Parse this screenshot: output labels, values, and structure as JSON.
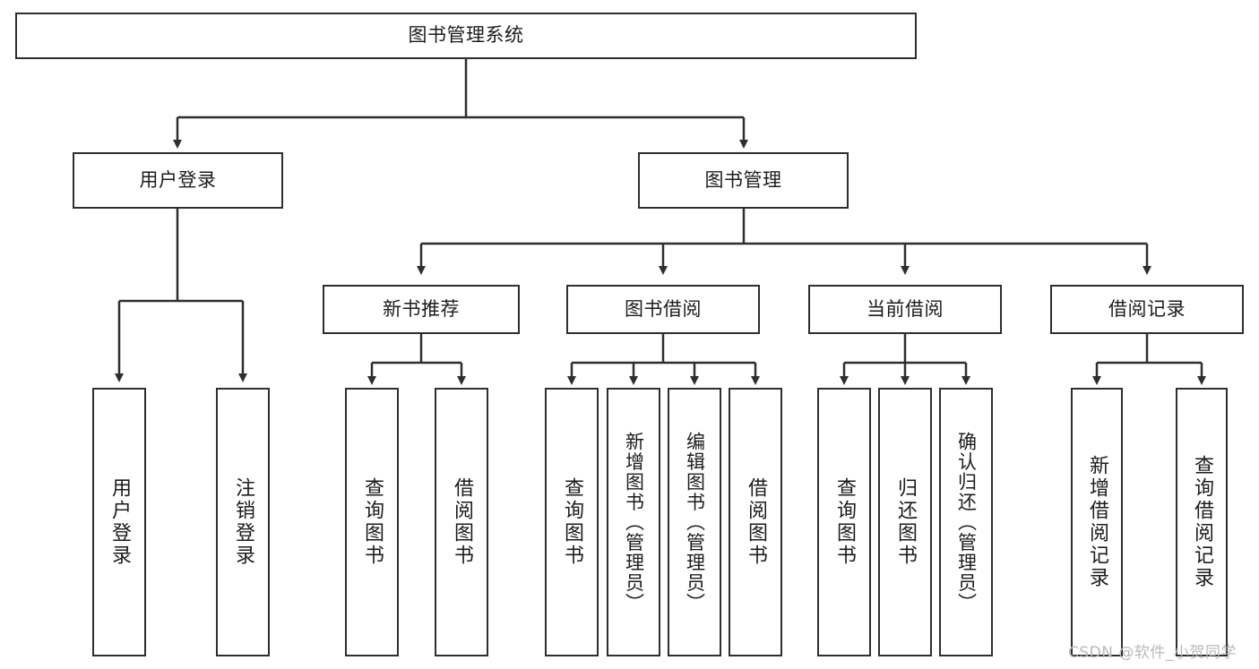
{
  "diagram": {
    "title": "图书管理系统",
    "type": "tree",
    "root": {
      "id": "root",
      "label": "图书管理系统"
    },
    "level2": [
      {
        "id": "user-login",
        "label": "用户登录"
      },
      {
        "id": "book-manage",
        "label": "图书管理"
      }
    ],
    "level3": [
      {
        "id": "new-book-recommend",
        "label": "新书推荐",
        "parent": "book-manage"
      },
      {
        "id": "book-borrow",
        "label": "图书借阅",
        "parent": "book-manage"
      },
      {
        "id": "current-borrow",
        "label": "当前借阅",
        "parent": "book-manage"
      },
      {
        "id": "borrow-record",
        "label": "借阅记录",
        "parent": "book-manage"
      }
    ],
    "leaves": [
      {
        "id": "leaf-user-login",
        "label": "用户登录",
        "parent": "user-login"
      },
      {
        "id": "leaf-user-logout",
        "label": "注销登录",
        "parent": "user-login"
      },
      {
        "id": "leaf-query-book-1",
        "label": "查询图书",
        "parent": "new-book-recommend"
      },
      {
        "id": "leaf-borrow-book-1",
        "label": "借阅图书",
        "parent": "new-book-recommend"
      },
      {
        "id": "leaf-query-book-2",
        "label": "查询图书",
        "parent": "book-borrow"
      },
      {
        "id": "leaf-add-book",
        "label": "新增图书（管理员）",
        "parent": "book-borrow"
      },
      {
        "id": "leaf-edit-book",
        "label": "编辑图书（管理员）",
        "parent": "book-borrow"
      },
      {
        "id": "leaf-borrow-book-2",
        "label": "借阅图书",
        "parent": "book-borrow"
      },
      {
        "id": "leaf-query-book-3",
        "label": "查询图书",
        "parent": "current-borrow"
      },
      {
        "id": "leaf-return-book",
        "label": "归还图书",
        "parent": "current-borrow"
      },
      {
        "id": "leaf-confirm-return",
        "label": "确认归还（管理员）",
        "parent": "current-borrow"
      },
      {
        "id": "leaf-add-record",
        "label": "新增借阅记录",
        "parent": "borrow-record"
      },
      {
        "id": "leaf-query-record",
        "label": "查询借阅记录",
        "parent": "borrow-record"
      }
    ],
    "watermark": "CSDN @软件_小贺同学",
    "colors": {
      "stroke": "#2e2e2e",
      "background": "#ffffff",
      "text": "#1c1c1c",
      "watermark": "#b9b9b9"
    }
  }
}
